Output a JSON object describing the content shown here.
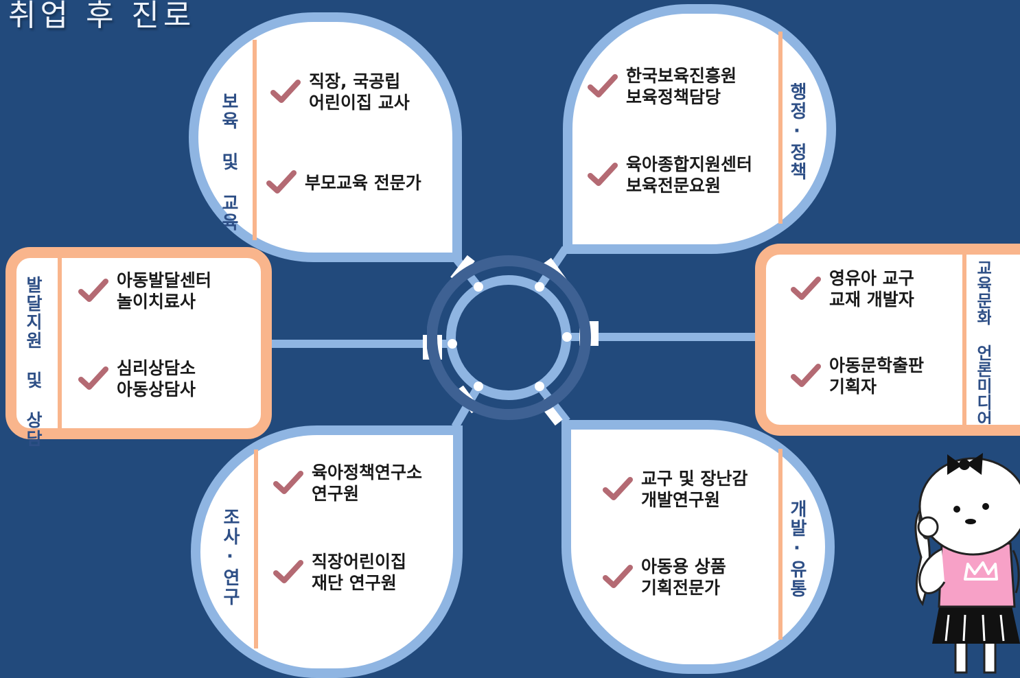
{
  "title": "취업 후 진로",
  "branches": {
    "care_education": {
      "label": "보육 및 교육",
      "items": [
        {
          "text": "직장, 국공립\n어린이집 교사"
        },
        {
          "text": "부모교육 전문가"
        }
      ]
    },
    "admin_policy": {
      "label": "행정·정책",
      "items": [
        {
          "text": "한국보육진흥원\n보육정책담당"
        },
        {
          "text": "육아종합지원센터\n보육전문요원"
        }
      ]
    },
    "development_counseling": {
      "label": "발달지원 및 상담",
      "items": [
        {
          "text": "아동발달센터\n놀이치료사"
        },
        {
          "text": "심리상담소\n아동상담사"
        }
      ]
    },
    "culture_media": {
      "label": "교육문화 언론미디어",
      "items": [
        {
          "text": "영유아 교구\n교재 개발자"
        },
        {
          "text": "아동문학출판\n기획자"
        }
      ]
    },
    "research": {
      "label": "조사·연구",
      "items": [
        {
          "text": "육아정책연구소\n연구원"
        },
        {
          "text": "직장어린이집\n재단 연구원"
        }
      ]
    },
    "dev_distribution": {
      "label": "개발·유통",
      "items": [
        {
          "text": "교구 및 장난감\n개발연구원"
        },
        {
          "text": "아동용 상품\n기획전문가"
        }
      ]
    }
  },
  "colors": {
    "background": "#224a7c",
    "petal_border": "#8fb5e2",
    "card_border": "#f9b58c",
    "check": "#b46a73",
    "label_text": "#2e4f86"
  },
  "icons": {
    "check": "check-icon",
    "character": "girl-character-illustration"
  }
}
